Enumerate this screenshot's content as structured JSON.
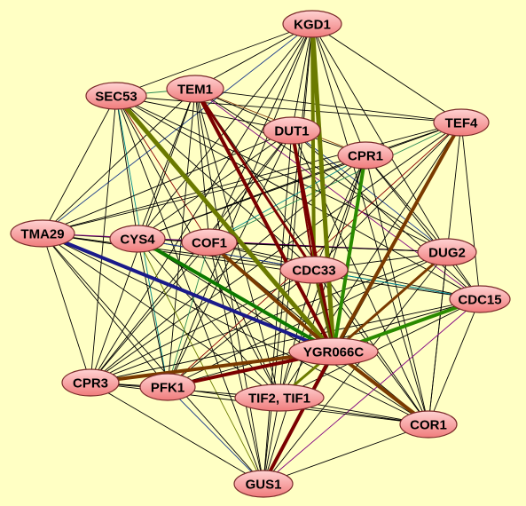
{
  "colors": {
    "background": "#ffffc4",
    "node_fill_top": "#ffd2d2",
    "node_fill_bottom": "#f07c7c",
    "node_stroke": "#7a2a2a",
    "edge_default": "#000000",
    "edge_colors": [
      "#000000",
      "#1a3a8a",
      "#6b7a00",
      "#2e8b57",
      "#8b0000",
      "#008b8b",
      "#8b4513",
      "#800080"
    ]
  },
  "network": {
    "nodes": [
      {
        "id": "KGD1",
        "label": "KGD1"
      },
      {
        "id": "SEC53",
        "label": "SEC53"
      },
      {
        "id": "TEM1",
        "label": "TEM1"
      },
      {
        "id": "DUT1",
        "label": "DUT1"
      },
      {
        "id": "TEF4",
        "label": "TEF4"
      },
      {
        "id": "CPR1",
        "label": "CPR1"
      },
      {
        "id": "TMA29",
        "label": "TMA29"
      },
      {
        "id": "CYS4",
        "label": "CYS4"
      },
      {
        "id": "COF1",
        "label": "COF1"
      },
      {
        "id": "DUG2",
        "label": "DUG2"
      },
      {
        "id": "CDC33",
        "label": "CDC33"
      },
      {
        "id": "CDC15",
        "label": "CDC15"
      },
      {
        "id": "YGR066C",
        "label": "YGR066C"
      },
      {
        "id": "CPR3",
        "label": "CPR3"
      },
      {
        "id": "PFK1",
        "label": "PFK1"
      },
      {
        "id": "TIF2",
        "label": "TIF2, TIF1"
      },
      {
        "id": "COR1",
        "label": "COR1"
      },
      {
        "id": "GUS1",
        "label": "GUS1"
      }
    ],
    "highlighted_edges": [
      {
        "source": "TMA29",
        "target": "YGR066C",
        "color": "#1a1a8a",
        "weight": 4
      },
      {
        "source": "SEC53",
        "target": "YGR066C",
        "color": "#6b7a00",
        "weight": 5
      },
      {
        "source": "TEM1",
        "target": "YGR066C",
        "color": "#7a0000",
        "weight": 4
      },
      {
        "source": "KGD1",
        "target": "YGR066C",
        "color": "#6b7a00",
        "weight": 5
      },
      {
        "source": "KGD1",
        "target": "CDC33",
        "color": "#6b7a00",
        "weight": 4
      },
      {
        "source": "DUT1",
        "target": "YGR066C",
        "color": "#7a0000",
        "weight": 4
      },
      {
        "source": "CPR1",
        "target": "YGR066C",
        "color": "#2a8a00",
        "weight": 4
      },
      {
        "source": "CYS4",
        "target": "YGR066C",
        "color": "#0d7a00",
        "weight": 4
      },
      {
        "source": "COF1",
        "target": "YGR066C",
        "color": "#7a3a00",
        "weight": 4
      },
      {
        "source": "TEF4",
        "target": "YGR066C",
        "color": "#7a3a00",
        "weight": 4
      },
      {
        "source": "DUG2",
        "target": "YGR066C",
        "color": "#7a3a00",
        "weight": 3
      },
      {
        "source": "CDC15",
        "target": "YGR066C",
        "color": "#2a8a00",
        "weight": 4
      },
      {
        "source": "CPR3",
        "target": "YGR066C",
        "color": "#7a3a00",
        "weight": 4
      },
      {
        "source": "PFK1",
        "target": "YGR066C",
        "color": "#7a0000",
        "weight": 4
      },
      {
        "source": "TIF2",
        "target": "YGR066C",
        "color": "#6b7a00",
        "weight": 3
      },
      {
        "source": "COR1",
        "target": "YGR066C",
        "color": "#7a3a00",
        "weight": 4
      },
      {
        "source": "GUS1",
        "target": "YGR066C",
        "color": "#7a0000",
        "weight": 4
      },
      {
        "source": "CDC33",
        "target": "YGR066C",
        "color": "#5a5a00",
        "weight": 3
      },
      {
        "source": "TEM1",
        "target": "CDC33",
        "color": "#7a0000",
        "weight": 3
      },
      {
        "source": "DUT1",
        "target": "CDC33",
        "color": "#7a0000",
        "weight": 2
      }
    ]
  }
}
